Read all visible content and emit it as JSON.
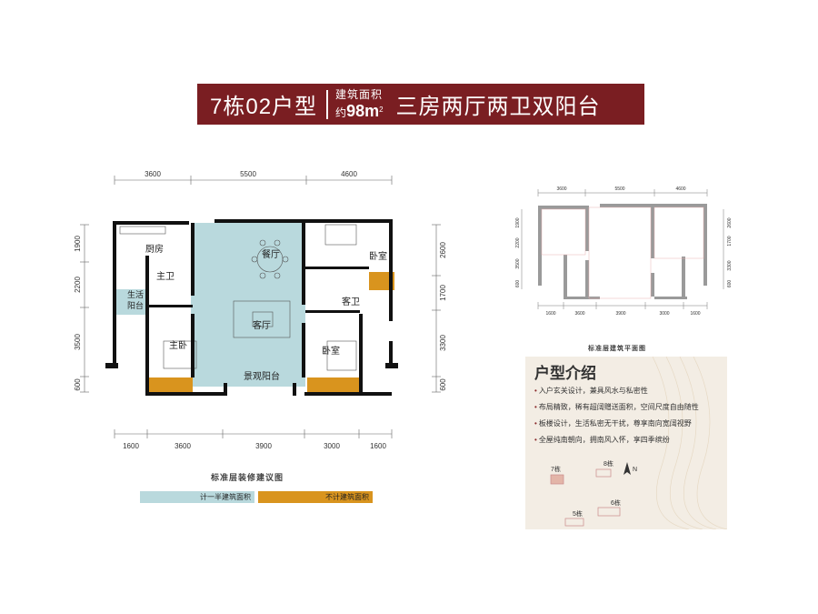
{
  "banner": {
    "unit_type": "7栋02户型",
    "area_label": "建筑面积",
    "area_prefix": "约",
    "area_value": "98m",
    "area_sup": "2",
    "layout_desc": "三房两厅两卫双阳台"
  },
  "plan": {
    "top_dims": [
      "3600",
      "5500",
      "4600"
    ],
    "bottom_dims": [
      "1600",
      "3600",
      "3900",
      "3000",
      "1600"
    ],
    "left_dims": [
      "1900",
      "2200",
      "3500",
      "600"
    ],
    "right_dims": [
      "2600",
      "1700",
      "3300",
      "600"
    ],
    "rooms": {
      "kitchen": "厨房",
      "master_bath": "主卫",
      "utility_balcony": "生活\n阳台",
      "dining": "餐厅",
      "bedroom_ne": "卧室",
      "guest_bath": "客卫",
      "living": "客厅",
      "master_bedroom": "主卧",
      "bedroom_se": "卧室",
      "view_balcony": "景观阳台"
    },
    "caption": "标准层装修建议图",
    "colors": {
      "half_area": "#b9d9dd",
      "excluded_area": "#d9941e",
      "wall": "#111111"
    }
  },
  "legend": {
    "half_area_label": "计一半建筑面积",
    "excluded_label": "不计建筑面积"
  },
  "small_plan": {
    "top_dims": [
      "3600",
      "5500",
      "4600"
    ],
    "bottom_dims": [
      "1600",
      "3600",
      "3900",
      "3000",
      "1600"
    ],
    "left_dims": [
      "1900",
      "2200",
      "3500",
      "600"
    ],
    "right_dims": [
      "2600",
      "1700",
      "3300",
      "600"
    ],
    "caption": "标准层建筑平面图"
  },
  "intro": {
    "title": "户型介绍",
    "items": [
      "入户玄关设计，兼具风水与私密性",
      "布局精致，稀有超阔赠送面积，空间尺度自由随性",
      "板楼设计，生活私密无干扰，尊享南向宽阔视野",
      "全屋纯南朝向，拥南风入怀，享四季缤纷"
    ],
    "site": {
      "b7": "7栋",
      "b8": "8栋",
      "b5": "5栋",
      "b6": "6栋",
      "north": "N"
    }
  }
}
